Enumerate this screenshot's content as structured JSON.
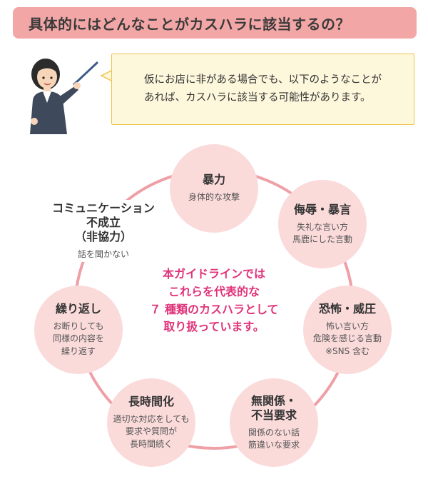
{
  "header": {
    "title": "具体的にはどんなことがカスハラに該当するの？"
  },
  "bubble": {
    "lines": [
      "仮にお店に非がある場合でも、以下のようなことが",
      "あれば、カスハラに該当する可能性があります。"
    ]
  },
  "types": [
    {
      "title": "暴力",
      "desc": "身体的な攻撃"
    },
    {
      "title": "侮辱・暴言",
      "desc": "失礼な言い方\n馬鹿にした言動"
    },
    {
      "title": "恐怖・威圧",
      "desc": "怖い言い方\n危険を感じる言動\n※SNS 含む"
    },
    {
      "title": "無関係・\n不当要求",
      "desc": "関係のない話\n筋違いな要求"
    },
    {
      "title": "長時間化",
      "desc": "適切な対応をしても\n要求や質問が\n長時間続く"
    },
    {
      "title": "繰り返し",
      "desc": "お断りしても\n同様の内容を\n繰り返す"
    },
    {
      "title": "コミュニケーション\n不成立\n（非協力）",
      "desc": "話を聞かない"
    }
  ],
  "center": {
    "lines": [
      "本ガイドラインでは",
      "これらを代表的な",
      "７ 種類のカスハラとして",
      "取り扱っています。"
    ]
  },
  "colors": {
    "header_bg": "#f3a6a6",
    "bubble_bg": "#fdf7dc",
    "bubble_border": "#f0c24a",
    "circle_fill": "#fbdada",
    "ring_stroke": "#ef9fa6",
    "center_text": "#e0337a"
  }
}
